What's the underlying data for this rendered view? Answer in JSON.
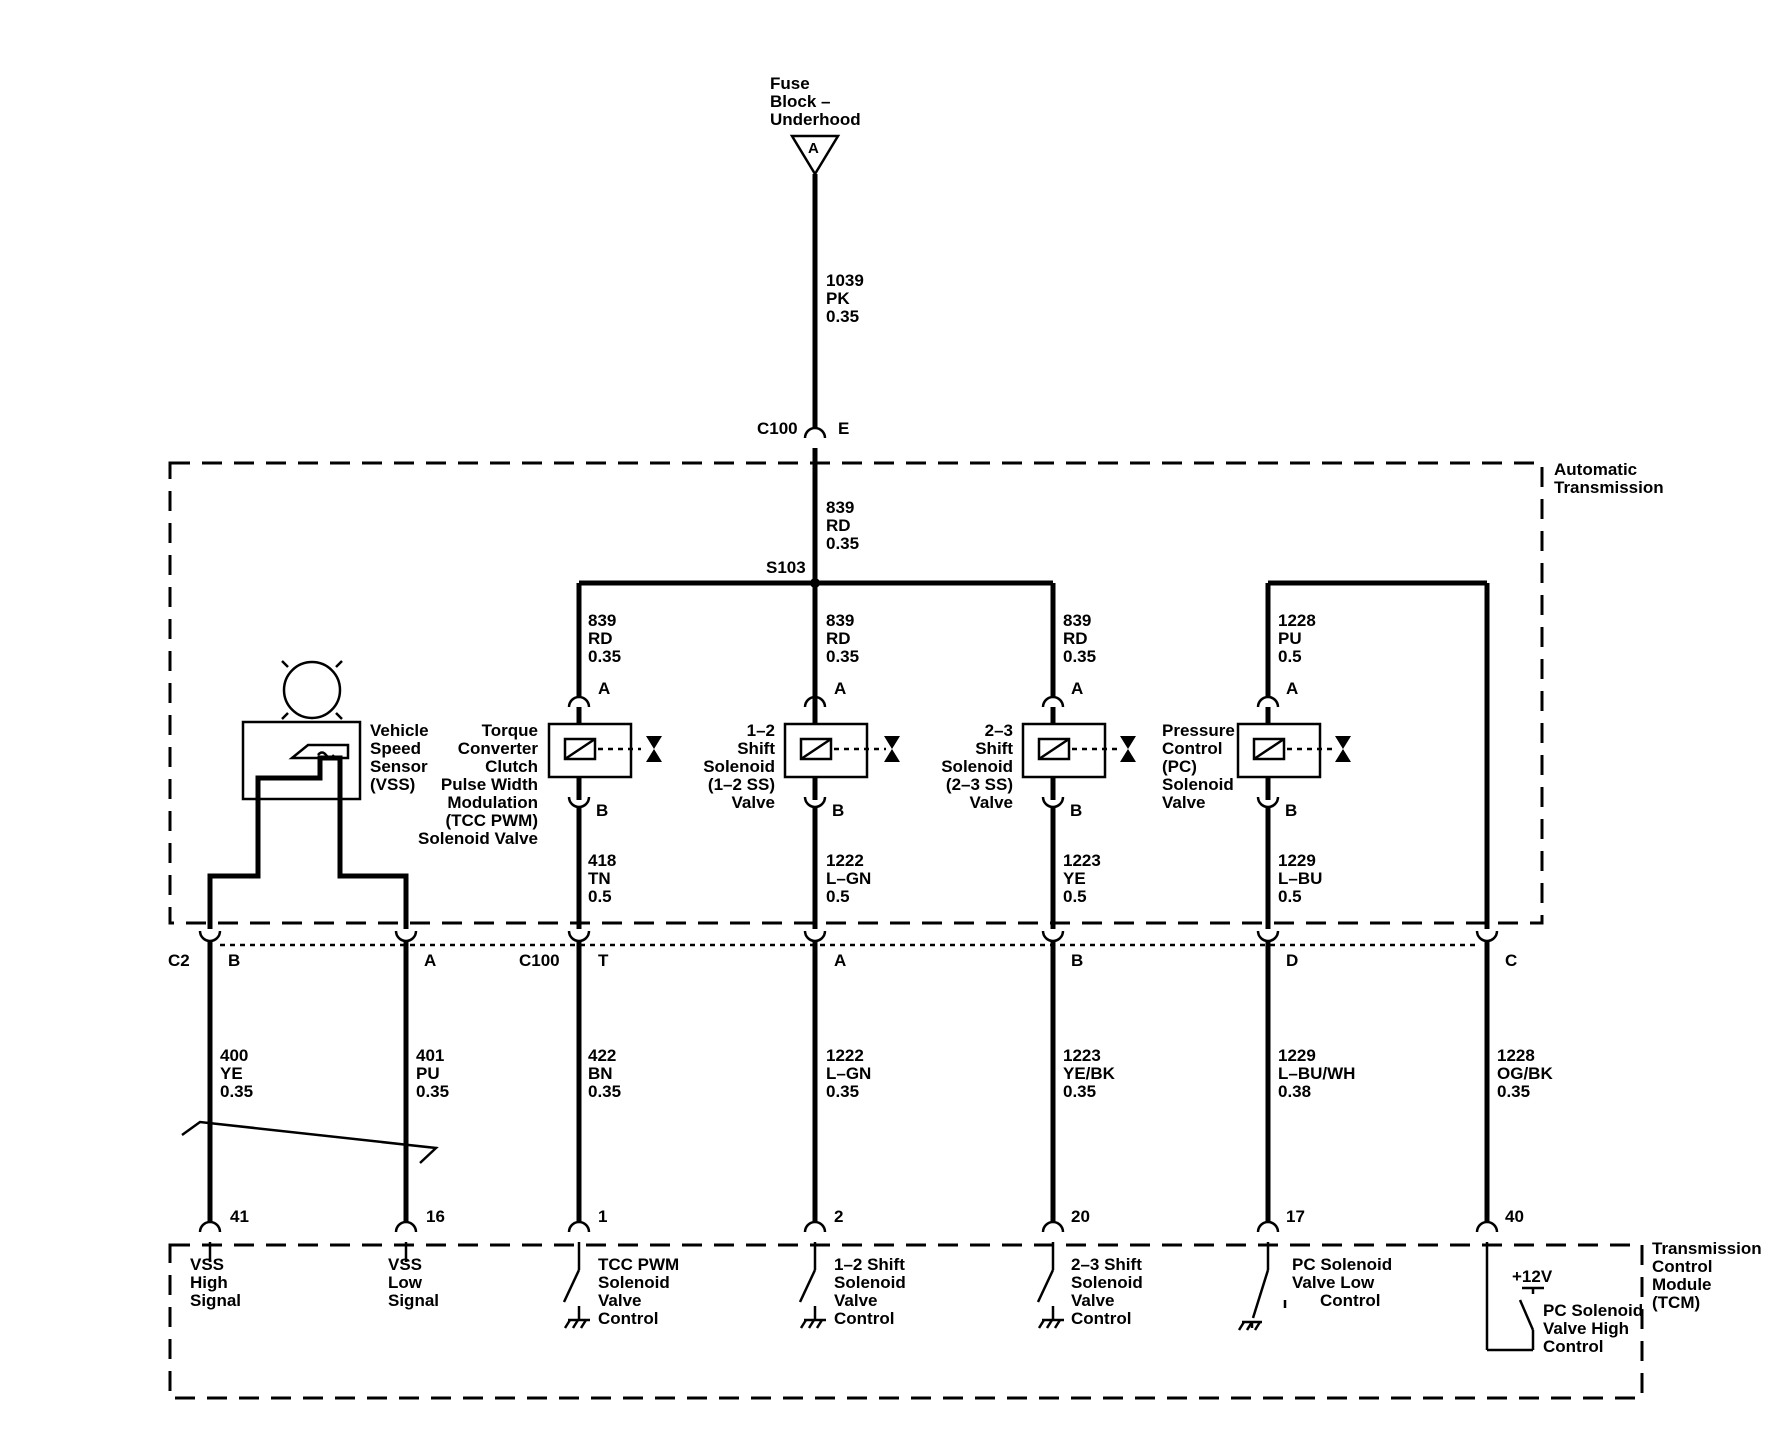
{
  "fuse": {
    "l1": "Fuse",
    "l2": "Block –",
    "l3": "Underhood",
    "pin": "A"
  },
  "feed": {
    "circuit": "1039",
    "color": "PK",
    "gauge": "0.35"
  },
  "c100_top": {
    "name": "C100",
    "pin": "E"
  },
  "feed2": {
    "circuit": "839",
    "color": "RD",
    "gauge": "0.35"
  },
  "splice": "S103",
  "trans_label": {
    "l1": "Automatic",
    "l2": "Transmission"
  },
  "tcm_label": {
    "l1": "Transmission",
    "l2": "Control",
    "l3": "Module",
    "l4": "(TCM)"
  },
  "vss": {
    "l1": "Vehicle",
    "l2": "Speed",
    "l3": "Sensor",
    "l4": "(VSS)"
  },
  "solenoids": [
    {
      "top": {
        "circuit": "839",
        "color": "RD",
        "gauge": "0.35"
      },
      "pin_a": "A",
      "pin_b": "B",
      "label": [
        "Torque",
        "Converter",
        "Clutch",
        "Pulse Width",
        "Modulation",
        "(TCC PWM)",
        "Solenoid Valve"
      ],
      "bottom": {
        "circuit": "418",
        "color": "TN",
        "gauge": "0.5"
      }
    },
    {
      "top": {
        "circuit": "839",
        "color": "RD",
        "gauge": "0.35"
      },
      "pin_a": "A",
      "pin_b": "B",
      "label": [
        "1–2",
        "Shift",
        "Solenoid",
        "(1–2 SS)",
        "Valve"
      ],
      "bottom": {
        "circuit": "1222",
        "color": "L–GN",
        "gauge": "0.5"
      }
    },
    {
      "top": {
        "circuit": "839",
        "color": "RD",
        "gauge": "0.35"
      },
      "pin_a": "A",
      "pin_b": "B",
      "label": [
        "2–3",
        "Shift",
        "Solenoid",
        "(2–3 SS)",
        "Valve"
      ],
      "bottom": {
        "circuit": "1223",
        "color": "YE",
        "gauge": "0.5"
      }
    },
    {
      "top": {
        "circuit": "1228",
        "color": "PU",
        "gauge": "0.5"
      },
      "pin_a": "A",
      "pin_b": "B",
      "label": [
        "Pressure",
        "Control",
        "(PC)",
        "Solenoid",
        "Valve"
      ],
      "bottom": {
        "circuit": "1229",
        "color": "L–BU",
        "gauge": "0.5"
      }
    }
  ],
  "connectors": {
    "c2": "C2",
    "c100": "C100"
  },
  "pins": [
    "B",
    "A",
    "T",
    "A",
    "B",
    "D",
    "C"
  ],
  "harness": [
    {
      "circuit": "400",
      "color": "YE",
      "gauge": "0.35",
      "tcm_pin": "41",
      "tcm": [
        "VSS",
        "High",
        "Signal"
      ]
    },
    {
      "circuit": "401",
      "color": "PU",
      "gauge": "0.35",
      "tcm_pin": "16",
      "tcm": [
        "VSS",
        "Low",
        "Signal"
      ]
    },
    {
      "circuit": "422",
      "color": "BN",
      "gauge": "0.35",
      "tcm_pin": "1",
      "tcm": [
        "TCC PWM",
        "Solenoid",
        "Valve",
        "Control"
      ]
    },
    {
      "circuit": "1222",
      "color": "L–GN",
      "gauge": "0.35",
      "tcm_pin": "2",
      "tcm": [
        "1–2 Shift",
        "Solenoid",
        "Valve",
        "Control"
      ]
    },
    {
      "circuit": "1223",
      "color": "YE/BK",
      "gauge": "0.35",
      "tcm_pin": "20",
      "tcm": [
        "2–3 Shift",
        "Solenoid",
        "Valve",
        "Control"
      ]
    },
    {
      "circuit": "1229",
      "color": "L–BU/WH",
      "gauge": "0.38",
      "tcm_pin": "17",
      "tcm": [
        "PC Solenoid",
        "Valve Low",
        "Control"
      ]
    },
    {
      "circuit": "1228",
      "color": "OG/BK",
      "gauge": "0.35",
      "tcm_pin": "40",
      "tcm": [
        "PC Solenoid",
        "Valve High",
        "Control"
      ]
    }
  ],
  "supply": "+12V"
}
